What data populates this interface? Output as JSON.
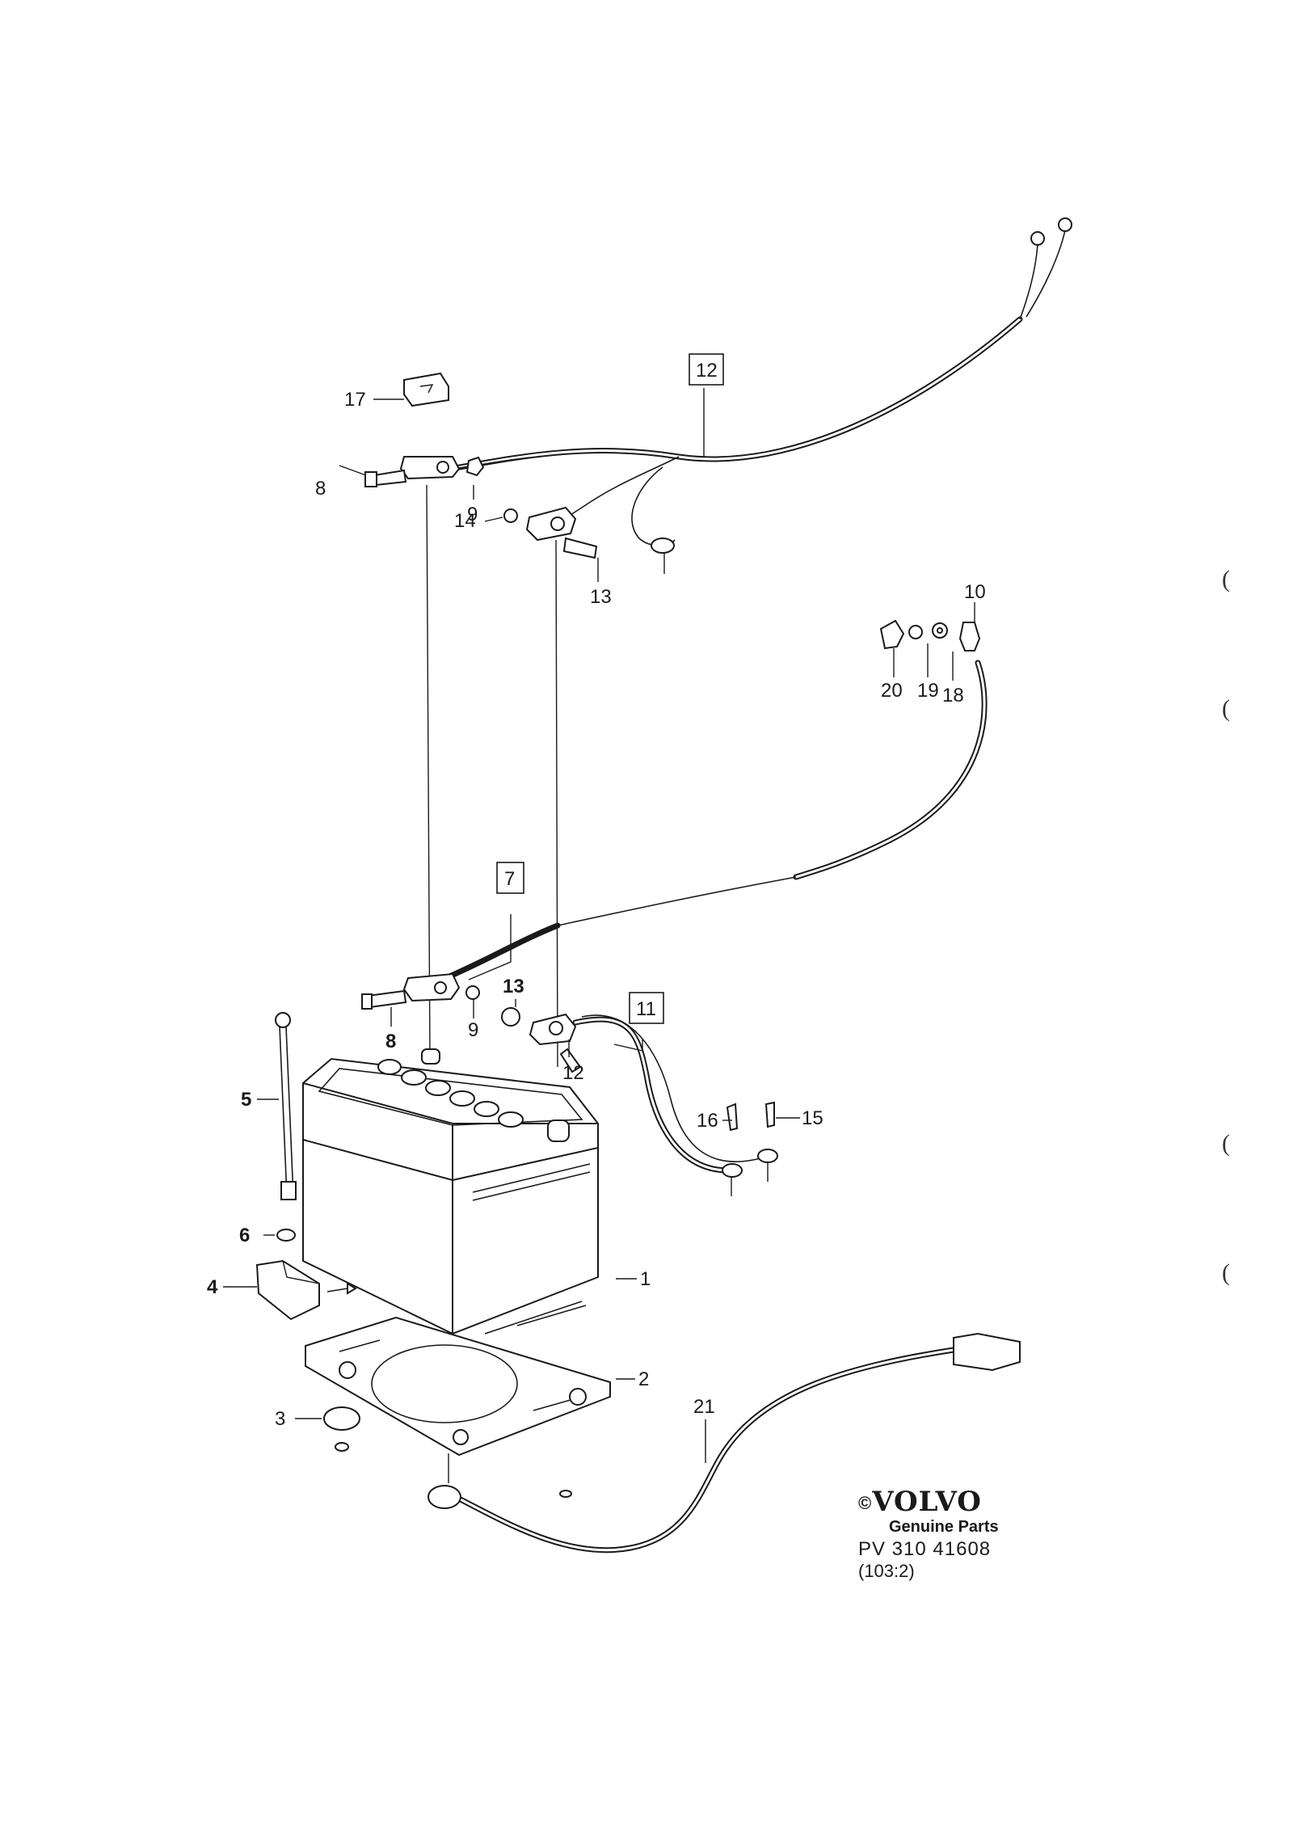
{
  "callouts": {
    "c1": "1",
    "c2": "2",
    "c3": "3",
    "c4": "4",
    "c5": "5",
    "c6": "6",
    "c7": "7",
    "c8a": "8",
    "c8b": "8",
    "c9a": "9",
    "c9b": "9",
    "c10": "10",
    "c11": "11",
    "c12a": "12",
    "c12b": "12",
    "c13a": "13",
    "c13b": "13",
    "c14": "14",
    "c15": "15",
    "c16": "16",
    "c17": "17",
    "c18": "18",
    "c19": "19",
    "c20": "20",
    "c21": "21"
  },
  "brand": {
    "copyright": "©",
    "logo": "VOLVO",
    "subtitle": "Genuine Parts",
    "code": "PV 310  41608",
    "ref": "(103:2)"
  },
  "margin_marks": [
    "(",
    "(",
    "(",
    "("
  ],
  "colors": {
    "ink": "#1a1a1a",
    "paper": "#ffffff"
  }
}
